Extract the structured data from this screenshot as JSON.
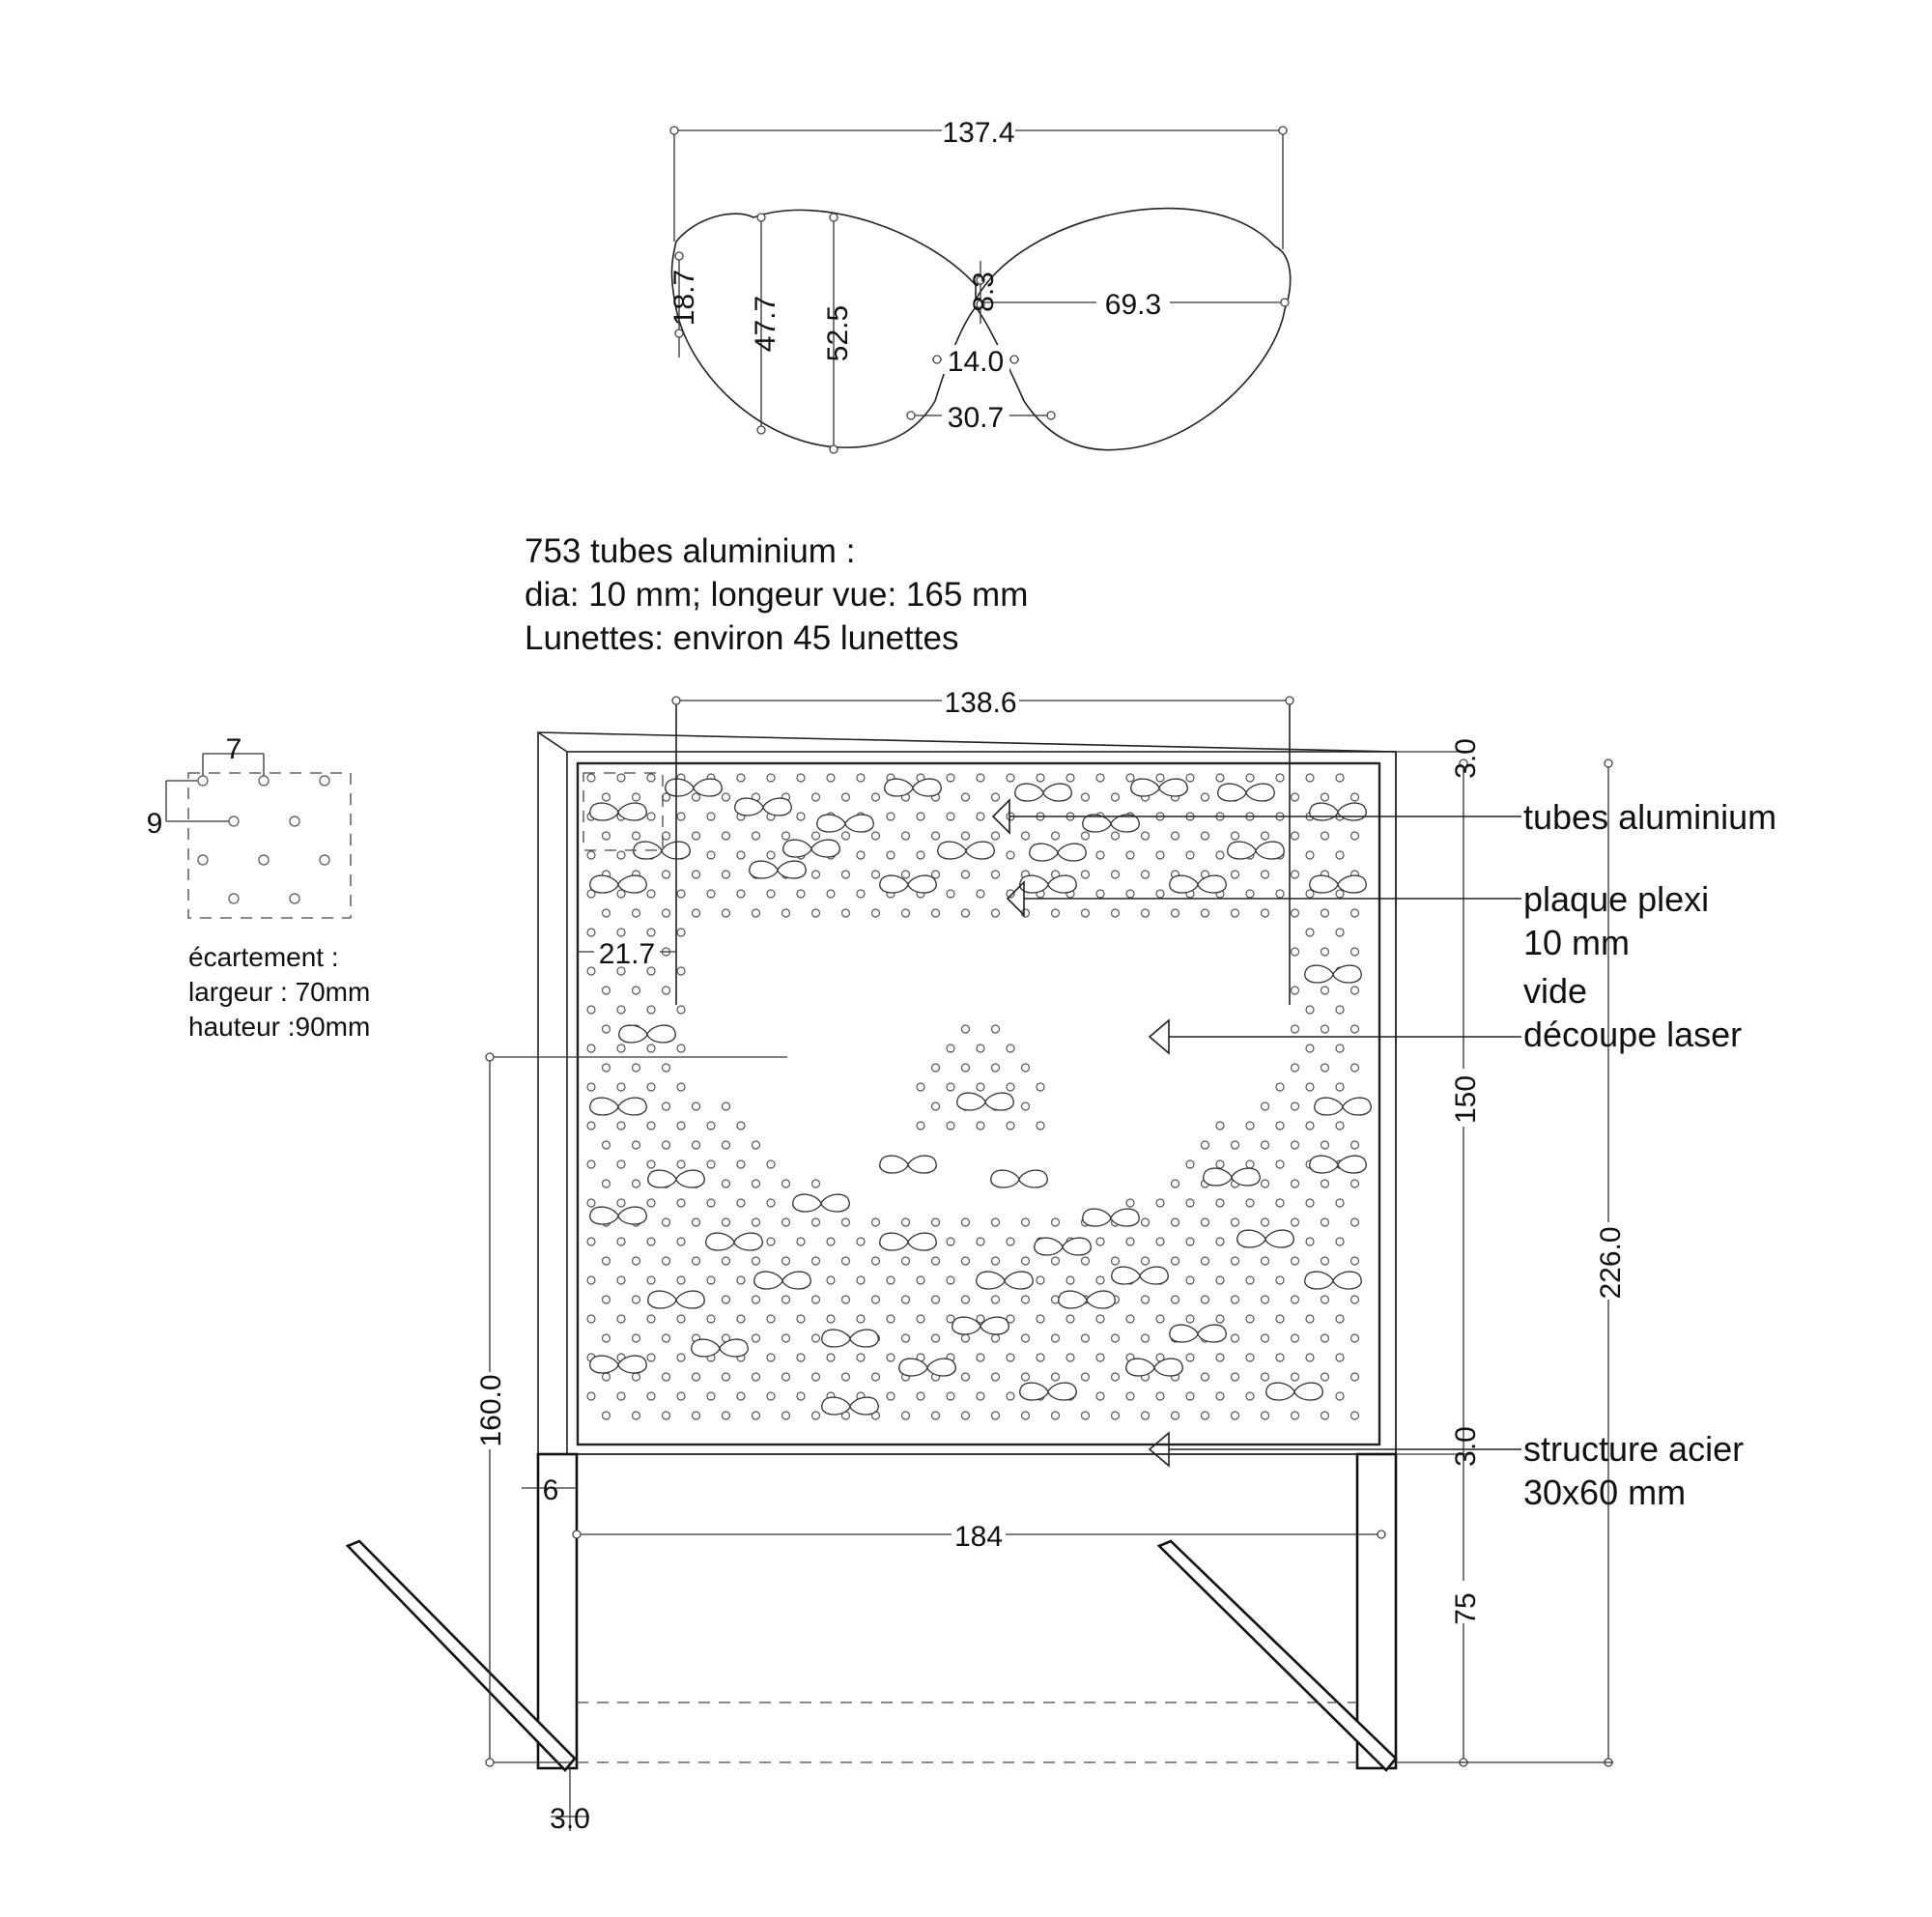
{
  "glasses_dimensions": {
    "overall_width": "137.4",
    "temple_height": "18.7",
    "lens_height_inner": "47.7",
    "lens_height": "52.5",
    "bridge_height": "8.3",
    "lens_width": "69.3",
    "bridge_width": "14.0",
    "bridge_base_width": "30.7"
  },
  "notes": {
    "line1": "753 tubes aluminium :",
    "line2": "dia: 10 mm; longeur vue: 165 mm",
    "line3": "Lunettes: environ 45 lunettes"
  },
  "spacing_detail": {
    "dim_horizontal": "7",
    "dim_vertical": "9",
    "title": "écartement :",
    "width": "largeur : 70mm",
    "height": "hauteur :90mm"
  },
  "panel_dimensions": {
    "void_width": "138.6",
    "frame_top": "3.0",
    "void_offset": "21.7",
    "panel_height": "150",
    "total_height": "226.0",
    "frame_bottom": "3.0",
    "left_leg_height": "160.0",
    "leg_inset": "6",
    "inner_width": "184",
    "leg_height": "75",
    "foot_thickness": "3.0"
  },
  "callouts": {
    "tubes": "tubes aluminium",
    "plexi_line1": "plaque plexi",
    "plexi_line2": "10 mm",
    "void_line1": "vide",
    "void_line2": "découpe laser",
    "steel_line1": "structure acier",
    "steel_line2": "30x60 mm"
  }
}
